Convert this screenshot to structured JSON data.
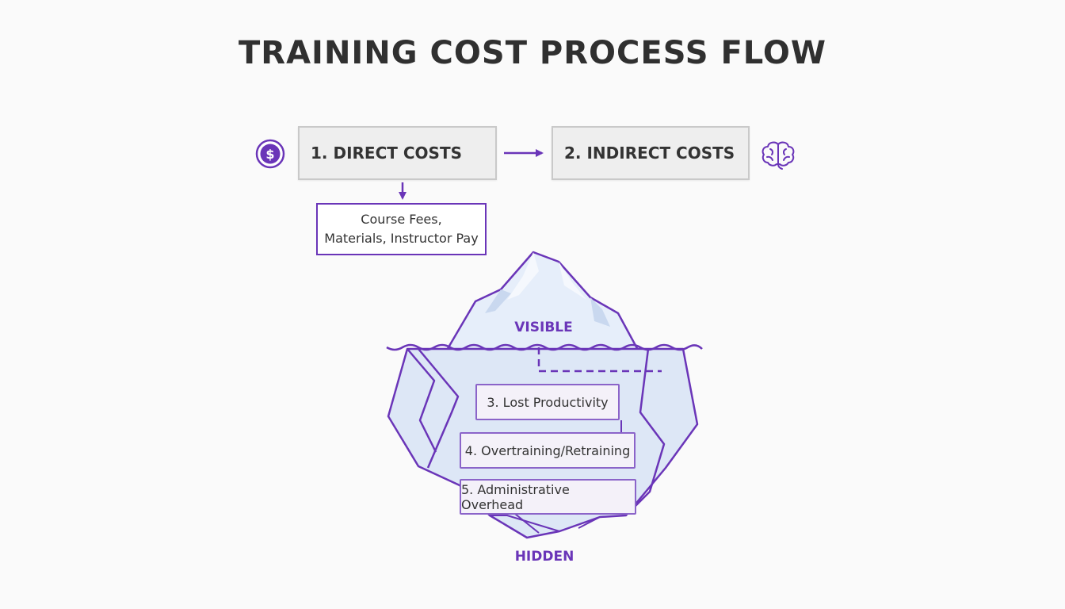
{
  "title": "TRAINING COST PROCESS FLOW",
  "flow": {
    "direct": {
      "label": "1. DIRECT COSTS",
      "icon": "dollar-coin-icon"
    },
    "indirect": {
      "label": "2. INDIRECT COSTS",
      "icon": "brain-icon"
    },
    "direct_details": {
      "line1": "Course Fees,",
      "line2": "Materials, Instructor Pay"
    }
  },
  "iceberg": {
    "visible_label": "VISIBLE",
    "hidden_label": "HIDDEN",
    "hidden_items": [
      {
        "label": "3. Lost Productivity"
      },
      {
        "label": "4. Overtraining/Retraining"
      },
      {
        "label": "5. Administrative Overhead"
      }
    ]
  },
  "colors": {
    "accent": "#6a35b8",
    "box_fill": "#eeeeee",
    "box_border": "#c9c9c9",
    "ice_fill": "#dde7f6",
    "background": "#fafafa"
  }
}
